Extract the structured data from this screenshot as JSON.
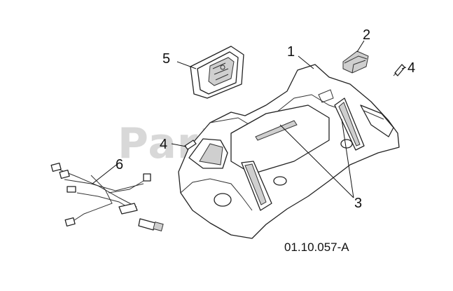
{
  "watermark": {
    "text": "PartsTree"
  },
  "callouts": {
    "c1": "1",
    "c2": "2",
    "c3": "3",
    "c4a": "4",
    "c4b": "4",
    "c5": "5",
    "c6": "6"
  },
  "reference_code": "01.10.057-A",
  "colors": {
    "line": "#222222",
    "shade": "#cfcfcf",
    "watermark": "#d8d8d8",
    "background": "#ffffff"
  }
}
